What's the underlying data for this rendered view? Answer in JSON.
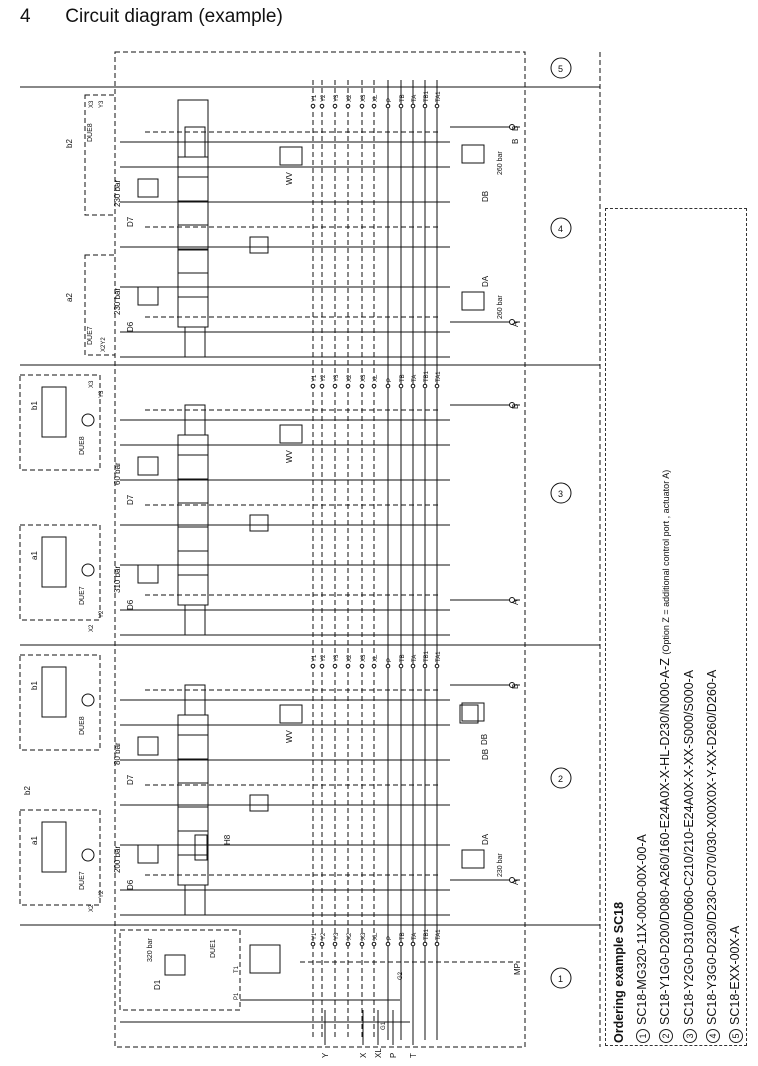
{
  "header": {
    "number": "4",
    "title": "Circuit diagram (example)"
  },
  "sections": [
    "1",
    "2",
    "3",
    "4",
    "5"
  ],
  "bottom_ports": [
    "Y",
    "X",
    "XL",
    "P",
    "T"
  ],
  "ordering": {
    "title": "Ordering example SC18",
    "lines": [
      {
        "num": "1",
        "code": "SC18-MG320-11X-0000-00X-00-A",
        "note": ""
      },
      {
        "num": "2",
        "code": "SC18-Y1G0-D200/D080-A260/160-E24A0X-X-HL-D230/N000-A-Z",
        "note": "(Option Z = additional control port , actuator A)"
      },
      {
        "num": "3",
        "code": "SC18-Y2G0-D310/D060-C210/210-E24A0X-X-XX-S000/S000-A",
        "note": ""
      },
      {
        "num": "4",
        "code": "SC18-Y3G0-D230/D230-C070/030-X00X0X-Y-XX-D260/D260-A",
        "note": ""
      },
      {
        "num": "5",
        "code": "SC18-EXX-00X-A",
        "note": ""
      }
    ]
  },
  "labels": {
    "mp": "MP",
    "d1": "D1",
    "p1": "P1",
    "t1": "T1",
    "g1": "G1",
    "g2": "G2",
    "due1": "DUE1",
    "d1_bar": "320 bar",
    "s2": {
      "d6_bar": "200 bar",
      "d7_bar": "80 bar",
      "da_bar": "230 bar",
      "h8": "H8",
      "db_symbol": "DB"
    },
    "s3": {
      "d6_bar": "310 bar",
      "d7_bar": "60 bar"
    },
    "s4": {
      "d6_bar": "230 bar",
      "d7_bar": "230 bar",
      "da_bar": "260 bar",
      "db_bar": "260 bar"
    },
    "common": {
      "d6": "D6",
      "d7": "D7",
      "da": "DA",
      "db": "DB",
      "wv": "WV",
      "due7": "DUE7",
      "due8": "DUE8",
      "a1": "a1",
      "b1": "b1",
      "a2": "a2",
      "b2": "b2",
      "a": "A",
      "b": "B",
      "x2": "X2",
      "x3": "X3",
      "y2": "Y2",
      "y3": "Y3",
      "a_small": "a",
      "b_small": "b",
      "x2y2": "X2Y2"
    },
    "bus": [
      "Y1",
      "Y2",
      "Y3",
      "X2",
      "X3",
      "XL",
      "P",
      "TB",
      "TA",
      "TB1",
      "TA1"
    ]
  },
  "colors": {
    "line": "#111111",
    "dash": "#222222"
  }
}
